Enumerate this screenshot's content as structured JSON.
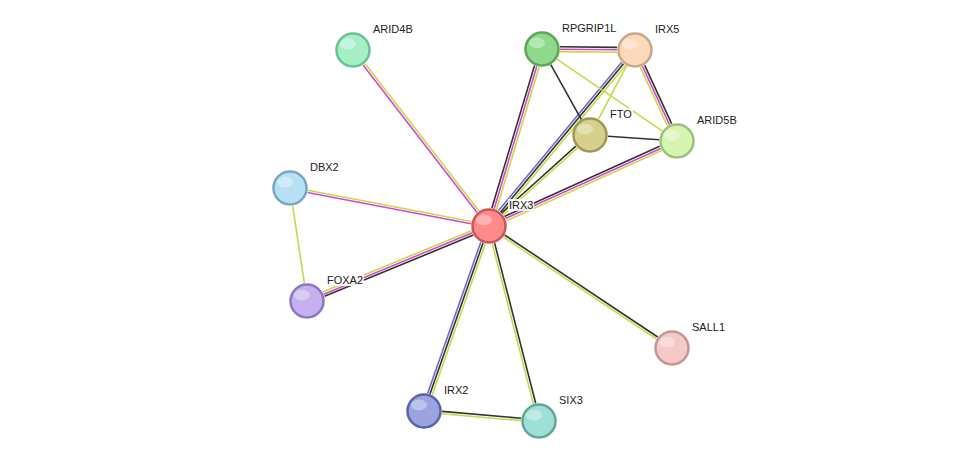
{
  "diagram": {
    "nodes": [
      {
        "text": [
          "ARID4B"
        ]
      },
      {
        "text": [
          "RPGRIP1L"
        ]
      },
      {
        "text": [
          "IRX5"
        ]
      },
      {
        "text": [
          "FTO"
        ]
      },
      {
        "text": [
          "ARID5B"
        ]
      },
      {
        "text": [
          "DBX2"
        ]
      },
      {
        "text": [
          "IRX3"
        ]
      },
      {
        "text": [
          "FOXA2"
        ]
      },
      {
        "text": [
          "SALL1"
        ]
      },
      {
        "text": [
          "IRX2"
        ]
      },
      {
        "text": [
          "SIX3"
        ]
      }
    ],
    "edges": [
      {
        "from": 6,
        "to": 0,
        "arrow": "none"
      },
      {
        "from": 6,
        "to": 1,
        "arrow": "none"
      },
      {
        "from": 6,
        "to": 2,
        "arrow": "none"
      },
      {
        "from": 6,
        "to": 3,
        "arrow": "none"
      },
      {
        "from": 6,
        "to": 4,
        "arrow": "none"
      },
      {
        "from": 6,
        "to": 5,
        "arrow": "none"
      },
      {
        "from": 6,
        "to": 7,
        "arrow": "none"
      },
      {
        "from": 6,
        "to": 8,
        "arrow": "none"
      },
      {
        "from": 6,
        "to": 9,
        "arrow": "none"
      },
      {
        "from": 6,
        "to": 10,
        "arrow": "none"
      },
      {
        "from": 1,
        "to": 2,
        "arrow": "none"
      },
      {
        "from": 1,
        "to": 3,
        "arrow": "none"
      },
      {
        "from": 1,
        "to": 4,
        "arrow": "none"
      },
      {
        "from": 2,
        "to": 3,
        "arrow": "none"
      },
      {
        "from": 2,
        "to": 4,
        "arrow": "none"
      },
      {
        "from": 3,
        "to": 4,
        "arrow": "none"
      },
      {
        "from": 5,
        "to": 7,
        "arrow": "none"
      },
      {
        "from": 9,
        "to": 10,
        "arrow": "none"
      }
    ]
  }
}
